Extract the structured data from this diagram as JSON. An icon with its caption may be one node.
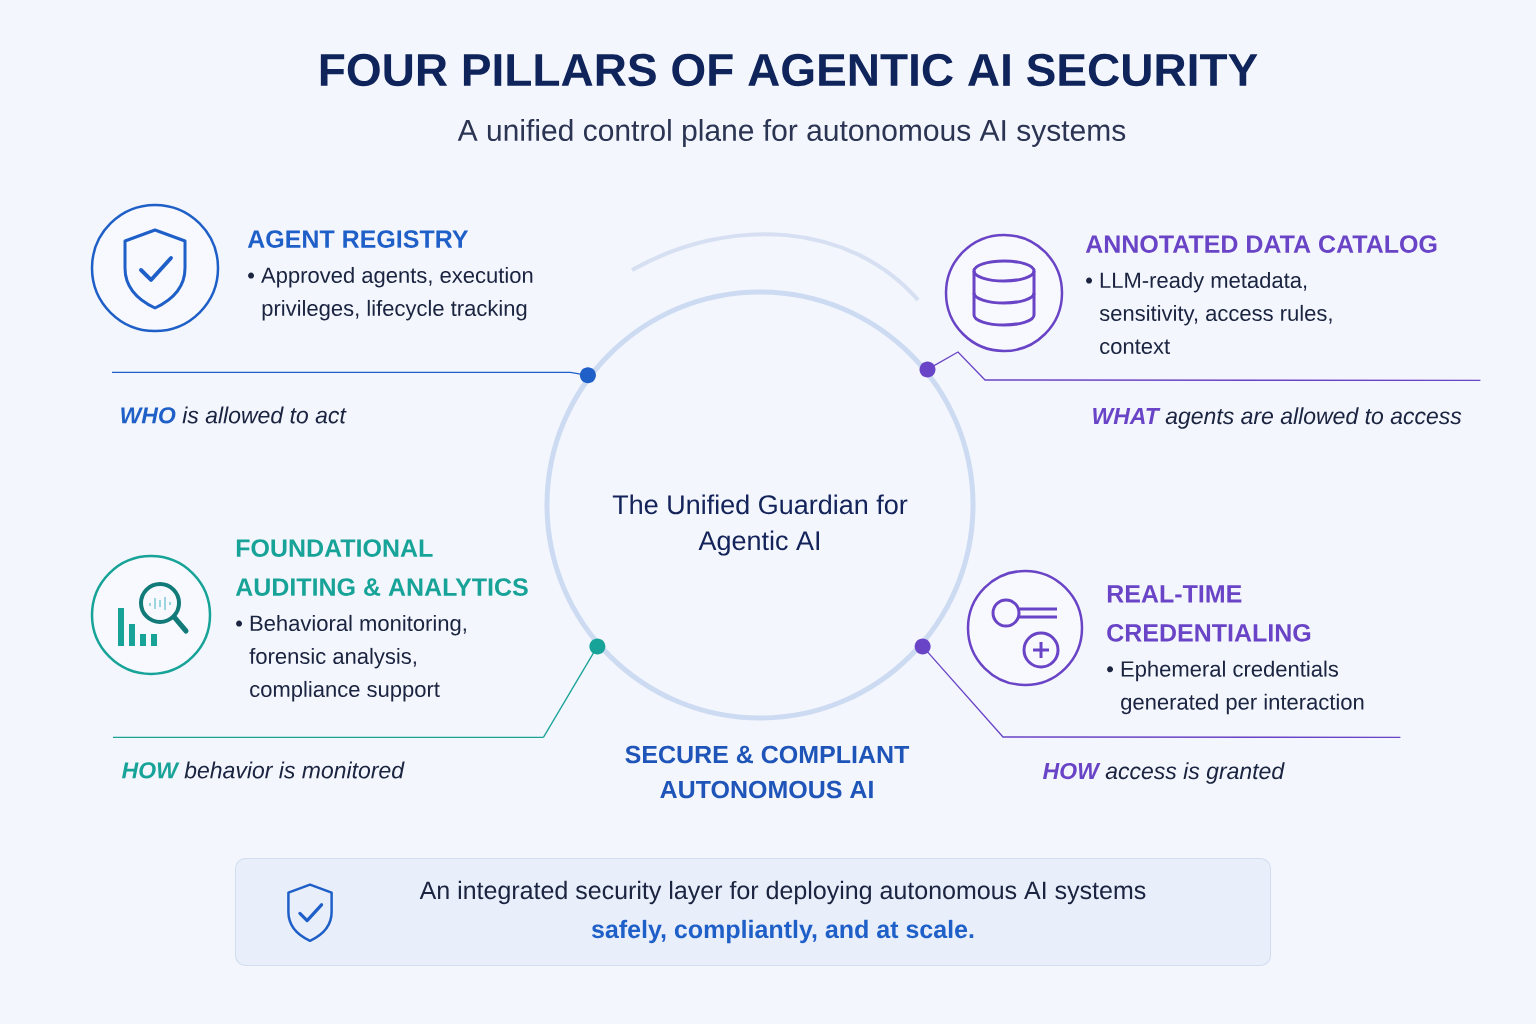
{
  "diagram": {
    "title": "FOUR PILLARS OF AGENTIC AI SECURITY",
    "nodes": [
      {
        "text": [
          "The Unified Guardian for Agentic AI"
        ]
      },
      {
        "text": [
          "AGENT REGISTRY",
          "• Approved agents, execution privileges, lifecycle tracking"
        ]
      },
      {
        "text": [
          "ANNOTATED DATA CATALOG",
          "• LLM-ready metadata, sensitivity, access rules, context"
        ]
      },
      {
        "text": [
          "FOUNDATIONAL AUDITING & ANALYTICS",
          "• Behavioral monitoring, forensic analysis, compliance support"
        ]
      },
      {
        "text": [
          "REAL-TIME CREDENTIALING",
          "• Ephemeral credentials generated per interaction"
        ]
      },
      {
        "text": [
          "An integrated security layer for deploying autonomous AI systems",
          "safely, compliantly, and at scale."
        ]
      }
    ],
    "edges": [
      {
        "from": 1,
        "to": 0,
        "arrow": "other",
        "color": "#1f5fc8"
      },
      {
        "from": 2,
        "to": 0,
        "arrow": "other",
        "color": "#6a44c6"
      },
      {
        "from": 3,
        "to": 0,
        "arrow": "other",
        "color": "#17a398"
      },
      {
        "from": 4,
        "to": 0,
        "arrow": "other",
        "color": "#6a44c6"
      }
    ],
    "labels": [
      "A unified control plane for autonomous AI systems",
      "**WHO** is allowed to act",
      "**WHAT** agents are allowed to access",
      "**HOW** behavior is monitored",
      "SECURE & COMPLIANT AUTONOMOUS AI",
      "**HOW** access is granted"
    ]
  }
}
